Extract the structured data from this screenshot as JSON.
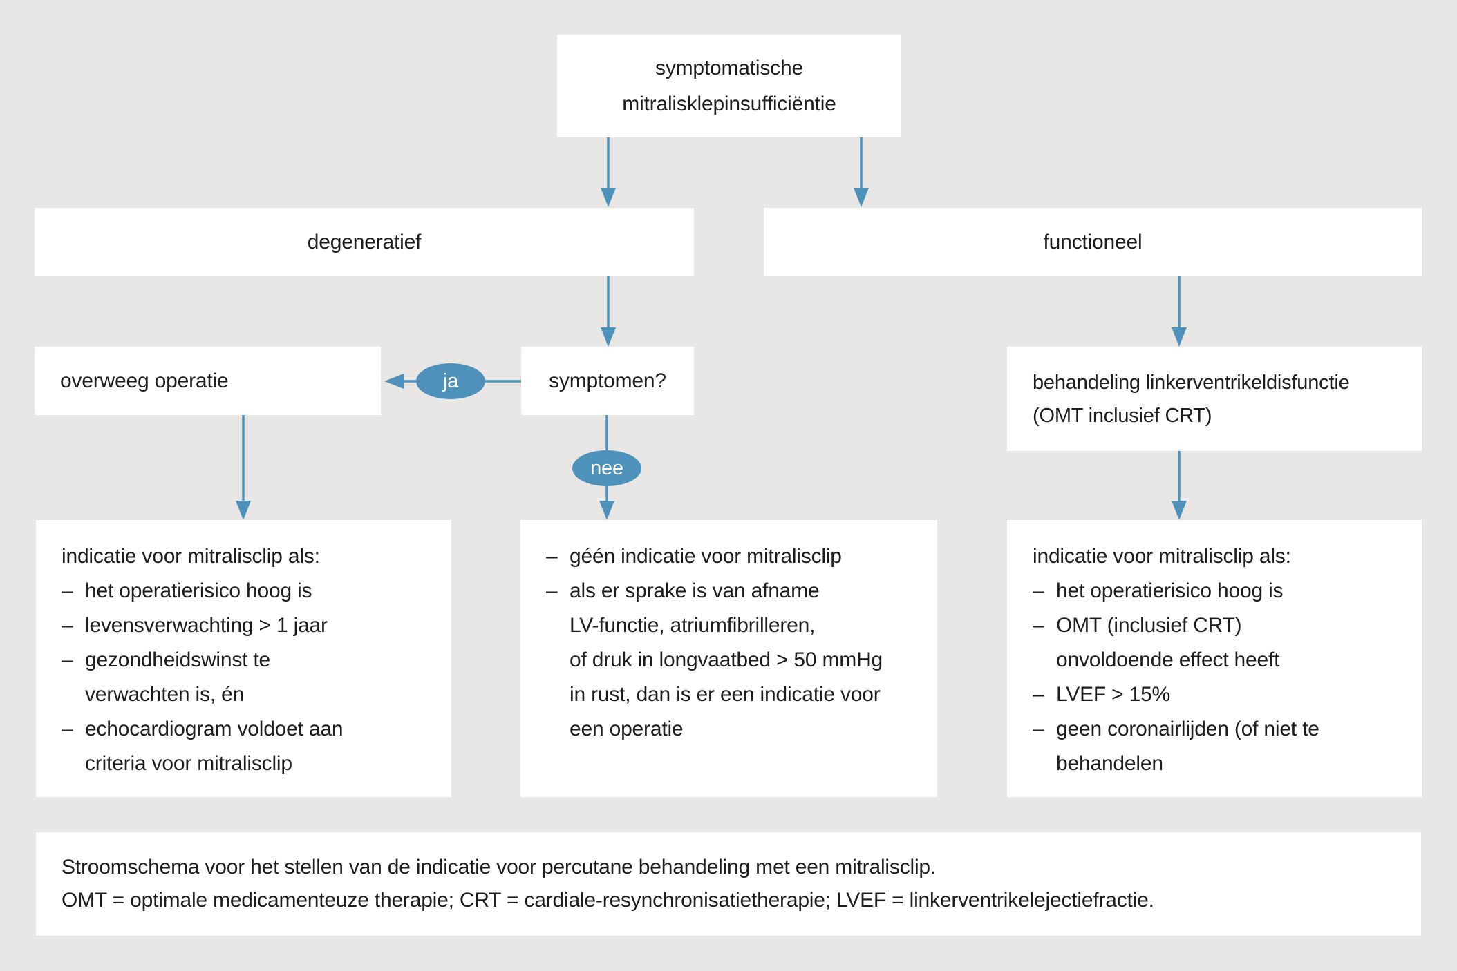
{
  "colors": {
    "background": "#e8e7e5",
    "box": "#ffffff",
    "accent": "#4e92bc",
    "text": "#1d1d1b",
    "pill_text": "#ffffff"
  },
  "bullet_char": "–",
  "nodes": {
    "root": {
      "lines": [
        "symptomatische",
        "mitralisklepinsufficiëntie"
      ]
    },
    "degeneratief": {
      "label": "degeneratief"
    },
    "functioneel": {
      "label": "functioneel"
    },
    "overweeg_operatie": {
      "label": "overweeg operatie"
    },
    "symptomen": {
      "label": "symptomen?"
    },
    "behandeling": {
      "lines": [
        "behandeling linkerventrikeldisfunctie",
        "(OMT inclusief CRT)"
      ]
    },
    "indicatie_degeneratief": {
      "header": "indicatie voor mitralisclip als:",
      "bullets": [
        [
          "het operatierisico hoog is"
        ],
        [
          "levensverwachting > 1 jaar"
        ],
        [
          "gezondheidswinst te",
          "verwachten is, én"
        ],
        [
          "echocardiogram voldoet aan",
          "criteria voor mitralisclip"
        ]
      ]
    },
    "geen_indicatie": {
      "bullets": [
        [
          "géén indicatie voor mitralisclip"
        ],
        [
          "als er sprake is van afname",
          "LV-functie, atriumfibrilleren,",
          "of druk in longvaatbed > 50 mmHg",
          "in rust, dan is er een indicatie voor",
          "een operatie"
        ]
      ]
    },
    "indicatie_functioneel": {
      "header": "indicatie voor mitralisclip als:",
      "bullets": [
        [
          "het operatierisico hoog is"
        ],
        [
          "OMT (inclusief CRT)",
          "onvoldoende effect heeft"
        ],
        [
          "LVEF > 15%"
        ],
        [
          "geen coronairlijden (of niet te",
          "behandelen"
        ]
      ]
    }
  },
  "connectors": {
    "ja": "ja",
    "nee": "nee"
  },
  "caption": {
    "line1": "Stroomschema voor het stellen van de indicatie voor percutane behandeling met een mitralisclip.",
    "line2": "OMT = optimale medicamenteuze therapie; CRT = cardiale-resynchronisatietherapie; LVEF = linkerventrikelejectiefractie."
  }
}
